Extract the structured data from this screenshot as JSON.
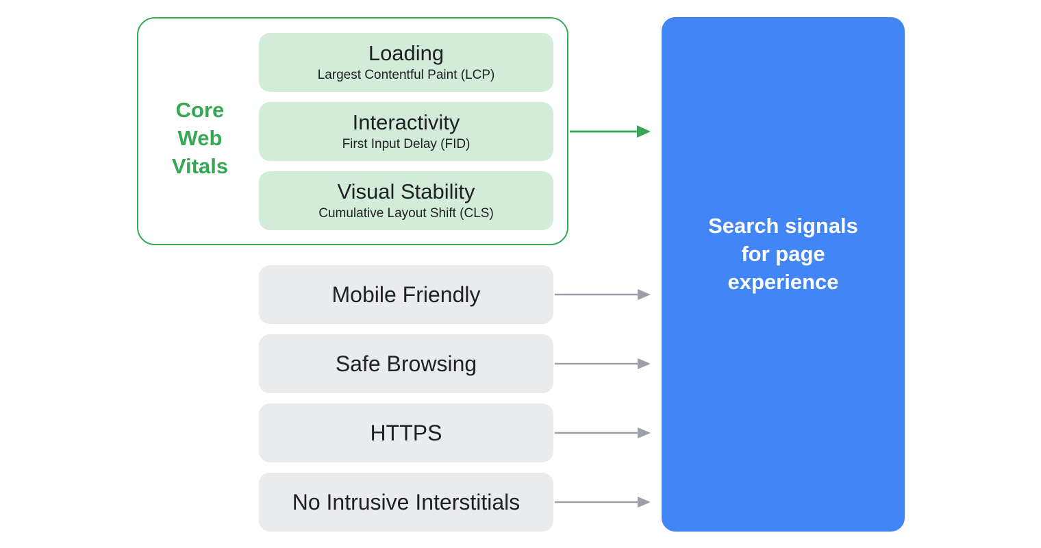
{
  "core_web_vitals": {
    "label_lines": [
      "Core",
      "Web",
      "Vitals"
    ],
    "color": "#34a853",
    "metrics": [
      {
        "title": "Loading",
        "subtitle": "Largest Contentful Paint (LCP)"
      },
      {
        "title": "Interactivity",
        "subtitle": "First Input Delay (FID)"
      },
      {
        "title": "Visual Stability",
        "subtitle": "Cumulative Layout Shift (CLS)"
      }
    ]
  },
  "other_signals": [
    {
      "title": "Mobile Friendly"
    },
    {
      "title": "Safe Browsing"
    },
    {
      "title": "HTTPS"
    },
    {
      "title": "No Intrusive Interstitials"
    }
  ],
  "target": {
    "label_lines": [
      "Search signals",
      "for page",
      "experience"
    ],
    "color": "#4285f4"
  },
  "colors": {
    "green_box": "#d2ecd9",
    "grey_box": "#eaebed",
    "grey_arrow": "#9aa0a6"
  }
}
